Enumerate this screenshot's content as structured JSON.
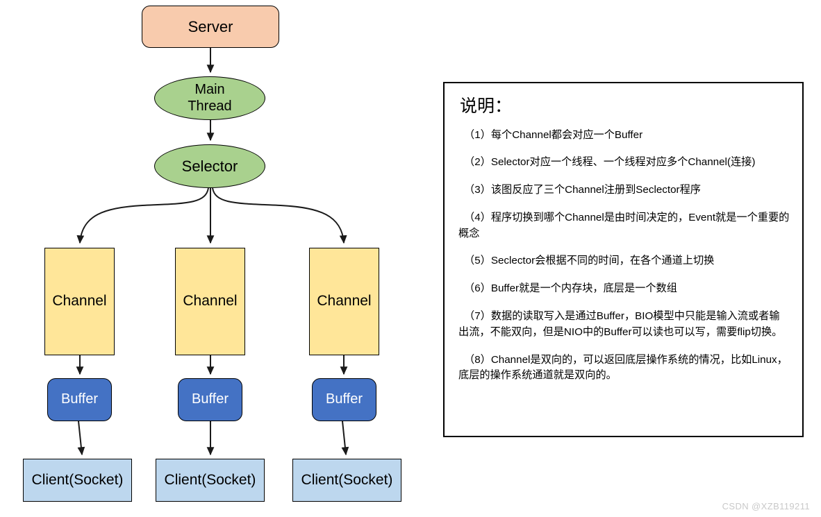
{
  "diagram": {
    "type": "flowchart",
    "nodes": {
      "server": {
        "label": "Server",
        "shape": "rounded-rect",
        "color": "#F8CBAD"
      },
      "main_thread": {
        "label": "Main\nThread",
        "label_line1": "Main",
        "label_line2": "Thread",
        "shape": "ellipse",
        "color": "#A9D18E"
      },
      "selector": {
        "label": "Selector",
        "shape": "ellipse",
        "color": "#A9D18E"
      },
      "channels": [
        {
          "label": "Channel",
          "shape": "rect",
          "color": "#FFE699"
        },
        {
          "label": "Channel",
          "shape": "rect",
          "color": "#FFE699"
        },
        {
          "label": "Channel",
          "shape": "rect",
          "color": "#FFE699"
        }
      ],
      "buffers": [
        {
          "label": "Buffer",
          "shape": "rounded-rect",
          "color": "#4472C4"
        },
        {
          "label": "Buffer",
          "shape": "rounded-rect",
          "color": "#4472C4"
        },
        {
          "label": "Buffer",
          "shape": "rounded-rect",
          "color": "#4472C4"
        }
      ],
      "clients": [
        {
          "label": "Client(Socket)",
          "shape": "rect",
          "color": "#BDD7EE"
        },
        {
          "label": "Client(Socket)",
          "shape": "rect",
          "color": "#BDD7EE"
        },
        {
          "label": "Client(Socket)",
          "shape": "rect",
          "color": "#BDD7EE"
        }
      ]
    },
    "edges": [
      {
        "from": "server",
        "to": "main_thread",
        "style": "straight-arrow"
      },
      {
        "from": "main_thread",
        "to": "selector",
        "style": "straight-arrow"
      },
      {
        "from": "selector",
        "to": "channel-1",
        "style": "curved-arrow"
      },
      {
        "from": "selector",
        "to": "channel-2",
        "style": "straight-arrow"
      },
      {
        "from": "selector",
        "to": "channel-3",
        "style": "curved-arrow"
      },
      {
        "from": "channel-1",
        "to": "buffer-1",
        "style": "straight-arrow"
      },
      {
        "from": "channel-2",
        "to": "buffer-2",
        "style": "straight-arrow"
      },
      {
        "from": "channel-3",
        "to": "buffer-3",
        "style": "straight-arrow"
      },
      {
        "from": "buffer-1",
        "to": "client-1",
        "style": "straight-arrow"
      },
      {
        "from": "buffer-2",
        "to": "client-2",
        "style": "straight-arrow"
      },
      {
        "from": "buffer-3",
        "to": "client-3",
        "style": "straight-arrow"
      }
    ]
  },
  "notes": {
    "title": "说明：",
    "items": [
      "（1）每个Channel都会对应一个Buffer",
      "（2）Selector对应一个线程、一个线程对应多个Channel(连接)",
      "（3）该图反应了三个Channel注册到Seclector程序",
      "（4）程序切换到哪个Channel是由时间决定的，Event就是一个重要的概念",
      "（5）Seclector会根据不同的时间，在各个通道上切换",
      "（6）Buffer就是一个内存块，底层是一个数组",
      "（7）数据的读取写入是通过Buffer，BIO模型中只能是输入流或者输出流，不能双向，但是NIO中的Buffer可以读也可以写，需要flip切换。",
      "（8）Channel是双向的，可以返回底层操作系统的情况，比如Linux，底层的操作系统通道就是双向的。"
    ]
  },
  "watermark": "CSDN @XZB119211"
}
